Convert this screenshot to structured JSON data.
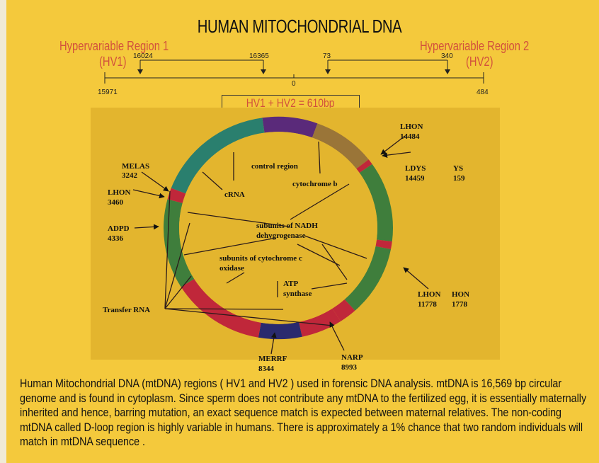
{
  "title": "HUMAN MITOCHONDRIAL DNA",
  "hv1_label_line1": "Hypervariable Region 1",
  "hv1_label_line2": "(HV1)",
  "hv2_label_line1": "Hypervariable Region 2",
  "hv2_label_line2": "(HV2)",
  "scale": {
    "ticks_top": [
      "16024",
      "16365",
      "73",
      "340"
    ],
    "ticks_bottom": [
      "15971",
      "0",
      "484"
    ]
  },
  "hv_sum": "HV1 + HV2 =  610bp",
  "diagram": {
    "inner_labels": {
      "control_region": "control region",
      "crna": "cRNA",
      "cytochrome_b": "cytochrome b",
      "nadh_line1": "subunits of NADH",
      "nadh_line2": "dehygrogenase",
      "cyto_c_line1": "subunits of cytochrome c",
      "cyto_c_line2": "oxidase",
      "atp_line1": "ATP",
      "atp_line2": "synthase"
    },
    "disease_labels": {
      "melas_name": "MELAS",
      "melas_pos": "3242",
      "lhon_left_name": "LHON",
      "lhon_left_pos": "3460",
      "adpd_name": "ADPD",
      "adpd_pos": "4336",
      "transfer_rna": "Transfer RNA",
      "merrf_name": "MERRF",
      "merrf_pos": "8344",
      "narp_name": "NARP",
      "narp_pos": "8993",
      "lhon_right_name": "LHON",
      "lhon_right_pos": "11778",
      "hon_name": "HON",
      "hon_pos": "1778",
      "lhon_top_name": "LHON",
      "lhon_top_pos": "14484",
      "ldys_name": "LDYS",
      "ldys_pos": "14459",
      "ys_name": "YS",
      "ys_pos": "159"
    },
    "colors": {
      "ring_green": "#3f7e3c",
      "ring_teal": "#2a7f6e",
      "ring_purple": "#5a2a7a",
      "ring_brown": "#9a7538",
      "ring_red": "#c0273a",
      "ring_navy": "#2a2a6e",
      "label_red": "#d2513c",
      "panel_gold": "#e3b52e"
    }
  },
  "caption": "Human Mitochondrial DNA (mtDNA)  regions ( HV1 and HV2 ) used in forensic DNA analysis. mtDNA is 16,569 bp circular genome and is found in cytoplasm. Since sperm does not contribute any mtDNA to the fertilized egg, it is essentially maternally inherited and hence, barring mutation, an exact sequence match is expected between maternal relatives. The non-coding  mtDNA  called D-loop region is highly variable in humans. There is approximately  a 1% chance that two random individuals will match in mtDNA sequence ."
}
